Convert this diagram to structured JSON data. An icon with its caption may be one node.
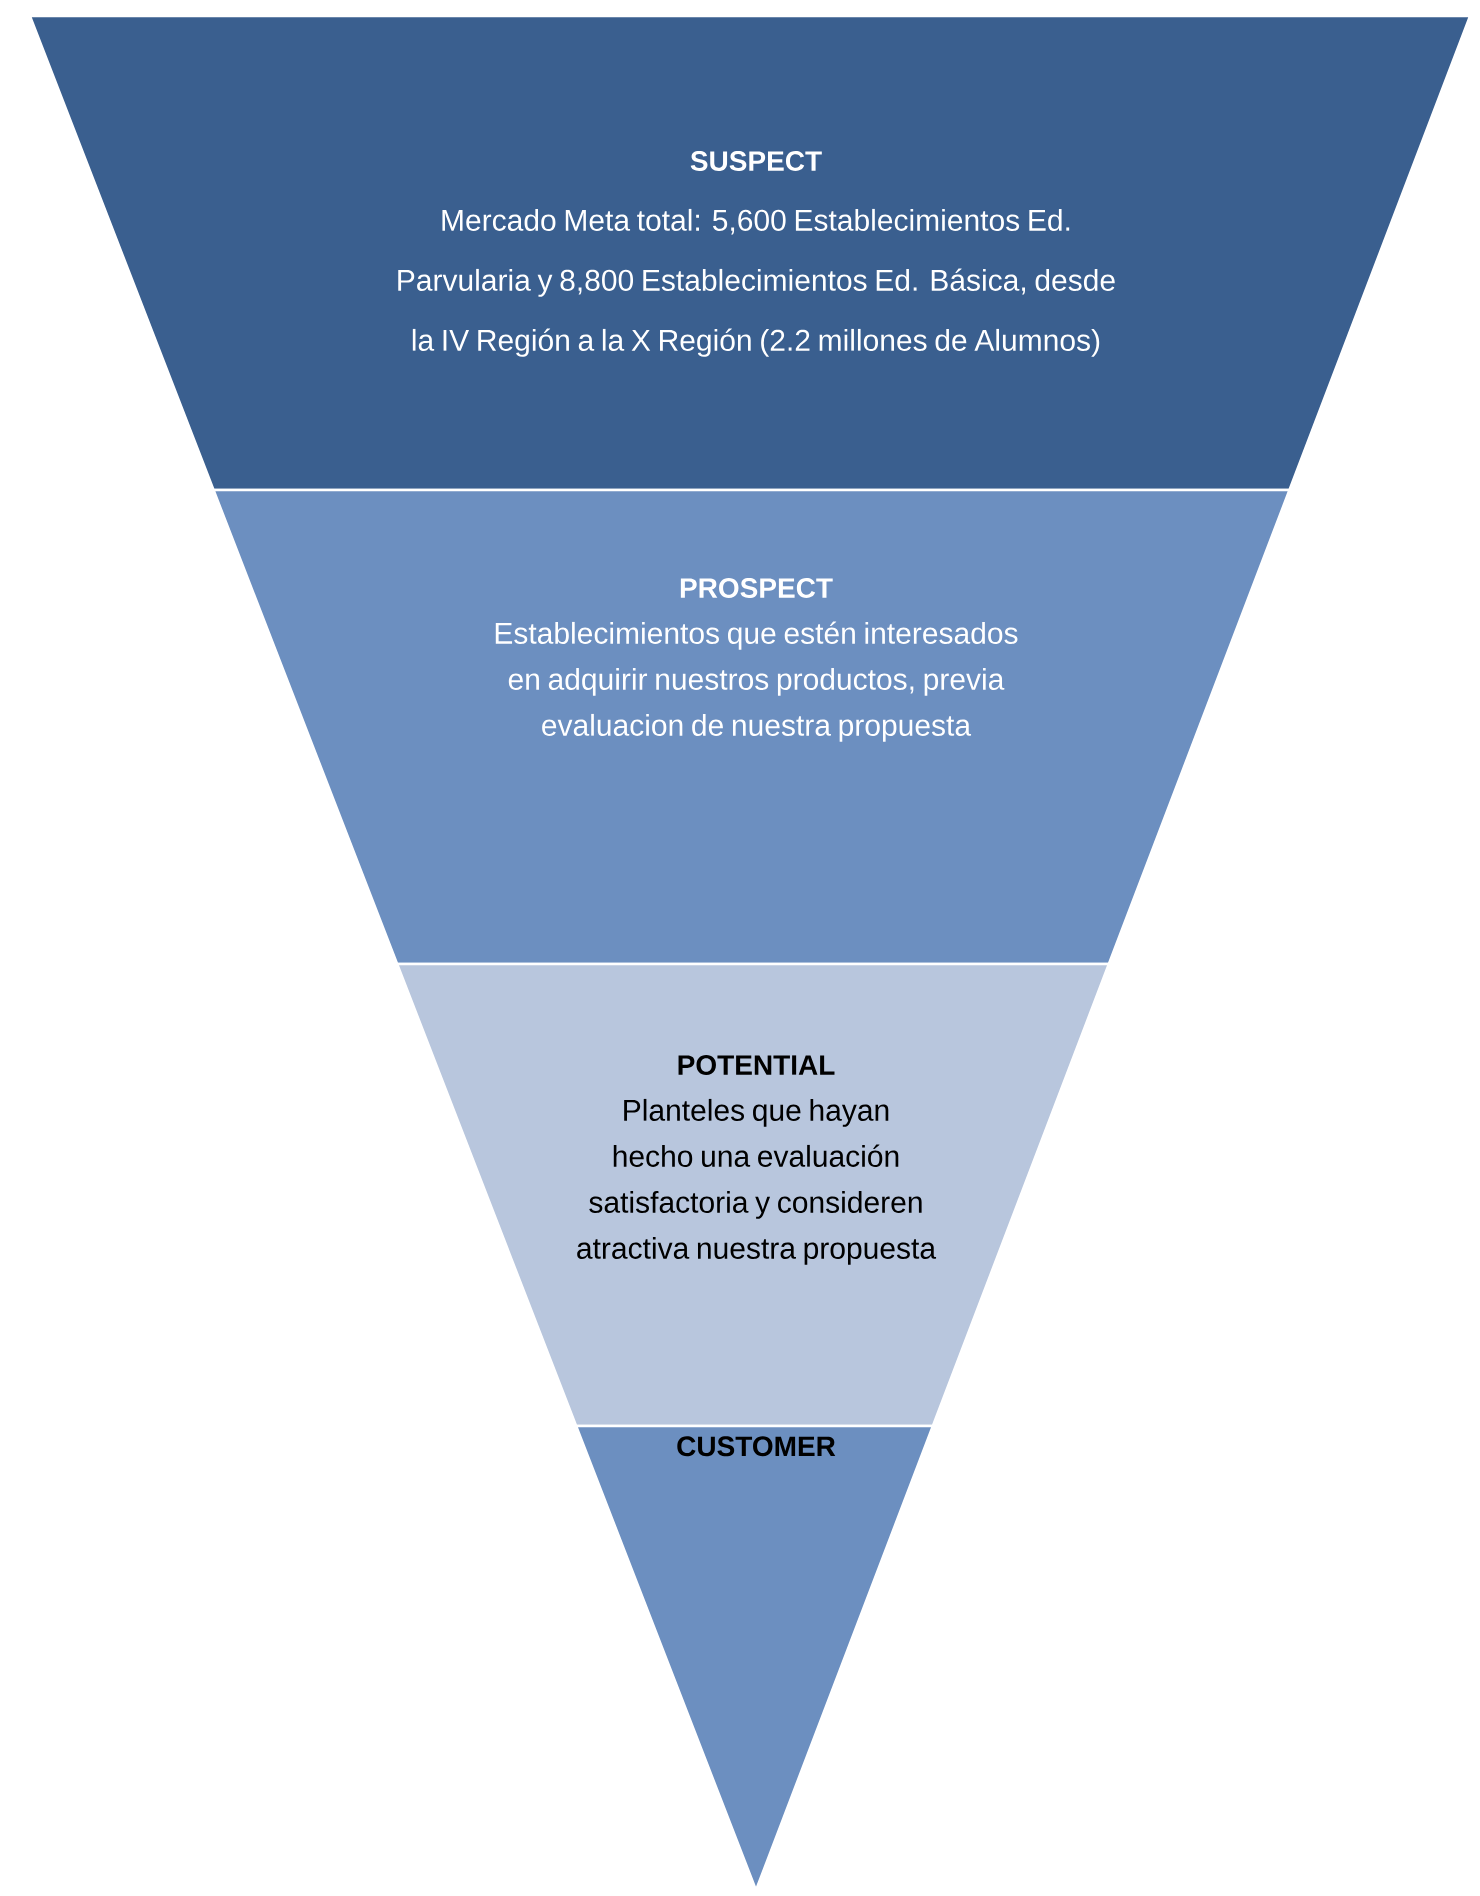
{
  "diagram": {
    "nodes": [
      {
        "text": [
          "SUSPECT",
          "Mercado Meta total: 5,600 Establecimientos Ed. Parvularia y 8,800 Establecimientos Ed. Básica, desde la IV Región a la X Región (2.2 millones de Alumnos)"
        ]
      },
      {
        "text": [
          "PROSPECT",
          "Establecimientos que estén interesados en adquirir nuestros productos, previa evaluacion de nuestra propuesta"
        ]
      },
      {
        "text": [
          "POTENTIAL",
          "Planteles que hayan hecho una evaluación satisfactoria y consideren atractiva nuestra propuesta"
        ]
      },
      {
        "text": [
          "CUSTOMER"
        ]
      }
    ]
  }
}
